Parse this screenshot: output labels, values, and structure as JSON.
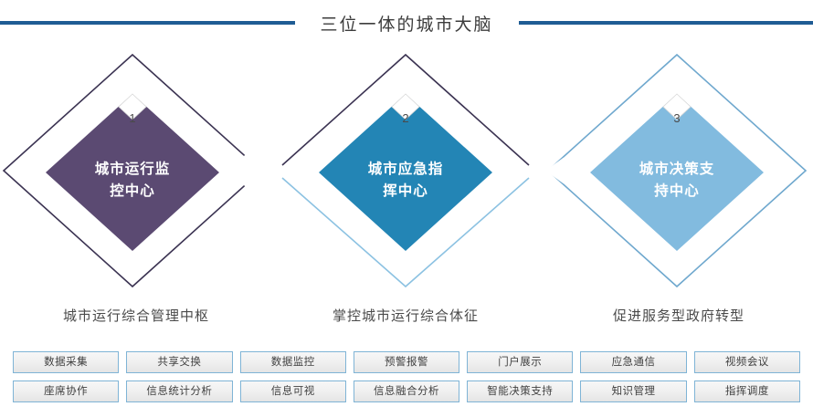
{
  "header": {
    "title": "三位一体的城市大脑",
    "rule_color": "#1F5C94"
  },
  "pillars": [
    {
      "number": "1",
      "label_line1": "城市运行监",
      "label_line2": "控中心",
      "caption": "城市运行综合管理中枢",
      "fill_color": "#5B4A72",
      "outline_top_color": "#3B3352",
      "outline_bottom_color": "#3B3352"
    },
    {
      "number": "2",
      "label_line1": "城市应急指",
      "label_line2": "挥中心",
      "caption": "掌控城市运行综合体征",
      "fill_color": "#2385B5",
      "outline_top_color": "#3B3352",
      "outline_bottom_color": "#8CC2E2"
    },
    {
      "number": "3",
      "label_line1": "城市决策支",
      "label_line2": "持中心",
      "caption": "促进服务型政府转型",
      "fill_color": "#82BBDF",
      "outline_top_color": "#6FA8CE",
      "outline_bottom_color": "#6FA8CE"
    }
  ],
  "tags": {
    "border_color": "#7FB4D6",
    "items": [
      "数据采集",
      "共享交换",
      "数据监控",
      "预警报警",
      "门户展示",
      "应急通信",
      "视频会议",
      "座席协作",
      "信息统计分析",
      "信息可视",
      "信息融合分析",
      "智能决策支持",
      "知识管理",
      "指挥调度"
    ]
  }
}
